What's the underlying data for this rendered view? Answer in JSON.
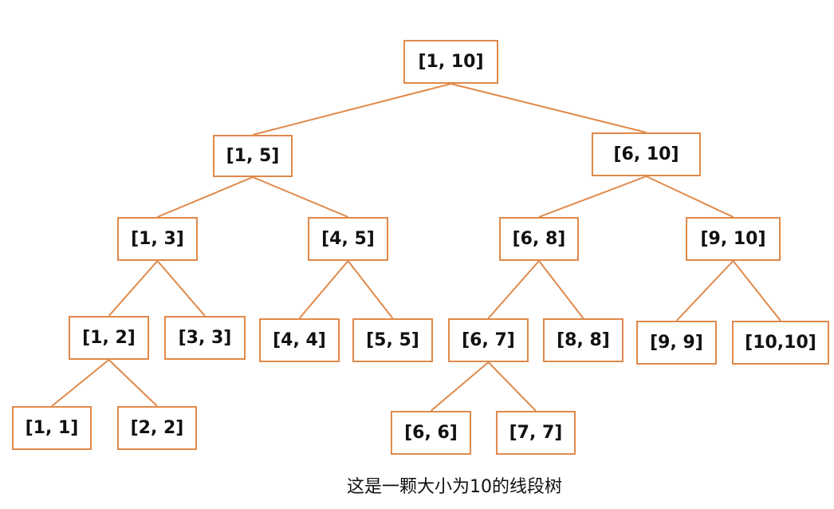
{
  "nodes": {
    "n_1_10": "[1, 10]",
    "n_1_5": "[1, 5]",
    "n_6_10": "[6, 10]",
    "n_1_3": "[1, 3]",
    "n_4_5": "[4, 5]",
    "n_6_8": "[6, 8]",
    "n_9_10": "[9, 10]",
    "n_1_2": "[1, 2]",
    "n_3_3": "[3, 3]",
    "n_4_4": "[4, 4]",
    "n_5_5": "[5, 5]",
    "n_6_7": "[6, 7]",
    "n_8_8": "[8, 8]",
    "n_9_9": "[9, 9]",
    "n_10_10": "[10,10]",
    "n_1_1": "[1, 1]",
    "n_2_2": "[2, 2]",
    "n_6_6": "[6, 6]",
    "n_7_7": "[7, 7]"
  },
  "edges": [
    [
      "n-1-10",
      "n-1-5"
    ],
    [
      "n-1-10",
      "n-6-10"
    ],
    [
      "n-1-5",
      "n-1-3"
    ],
    [
      "n-1-5",
      "n-4-5"
    ],
    [
      "n-6-10",
      "n-6-8"
    ],
    [
      "n-6-10",
      "n-9-10"
    ],
    [
      "n-1-3",
      "n-1-2"
    ],
    [
      "n-1-3",
      "n-3-3"
    ],
    [
      "n-4-5",
      "n-4-4"
    ],
    [
      "n-4-5",
      "n-5-5"
    ],
    [
      "n-6-8",
      "n-6-7"
    ],
    [
      "n-6-8",
      "n-8-8"
    ],
    [
      "n-9-10",
      "n-9-9"
    ],
    [
      "n-9-10",
      "n-10-10"
    ],
    [
      "n-1-2",
      "n-1-1"
    ],
    [
      "n-1-2",
      "n-2-2"
    ],
    [
      "n-6-7",
      "n-6-6"
    ],
    [
      "n-6-7",
      "n-7-7"
    ]
  ],
  "colors": {
    "border": "#e0894a",
    "edge": "#e0894a",
    "text": "#111111"
  },
  "caption": "这是一颗大小为10的线段树"
}
